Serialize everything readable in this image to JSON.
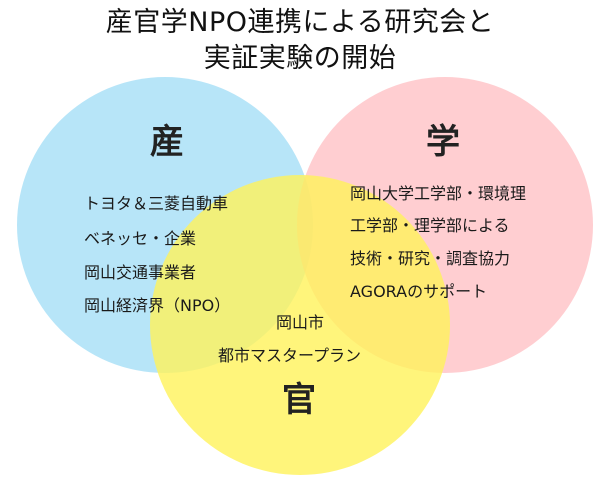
{
  "title": {
    "line1": "産官学NPO連携による研究会と",
    "line2": "実証実験の開始"
  },
  "colors": {
    "industry_circle": "#9fdcf5",
    "academia_circle": "#ffb3b8",
    "government_circle": "#fff35a"
  },
  "industry": {
    "label": "産",
    "items": [
      "トヨタ＆三菱自動車",
      "ベネッセ・企業",
      "岡山交通事業者",
      "岡山経済界（NPO）"
    ]
  },
  "academia": {
    "label": "学",
    "items": [
      "岡山大学工学部・環境理",
      "工学部・理学部による",
      "技術・研究・調査協力",
      "AGORAのサポート"
    ]
  },
  "government": {
    "label": "官",
    "items": [
      "岡山市",
      "都市マスタープラン"
    ]
  }
}
